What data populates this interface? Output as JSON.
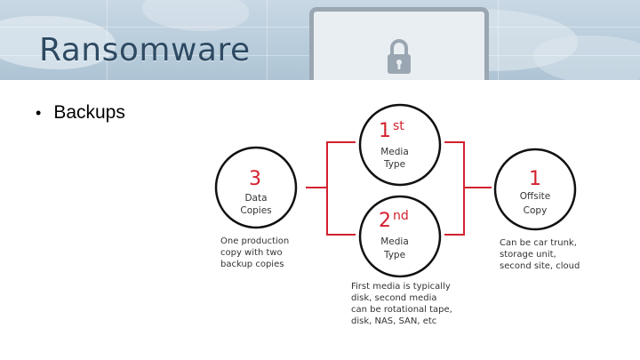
{
  "slide": {
    "title": "Ransomware",
    "bullets": [
      "Backups"
    ]
  },
  "diagram": {
    "left_node": {
      "number": "3",
      "line1": "Data",
      "line2": "Copies"
    },
    "top_node": {
      "number": "1",
      "sup": "st",
      "line1": "Media",
      "line2": "Type"
    },
    "bottom_node": {
      "number": "2",
      "sup": "nd",
      "line1": "Media",
      "line2": "Type"
    },
    "right_node": {
      "number": "1",
      "line1": "Offsite",
      "line2": "Copy"
    },
    "notes": {
      "left": [
        "One production",
        "copy with two",
        "backup copies"
      ],
      "right": [
        "Can be car trunk,",
        "storage unit,",
        "second site, cloud"
      ],
      "bottom": [
        "First media is typically",
        "disk, second media",
        "can be rotational tape,",
        "disk, NAS, SAN, etc"
      ]
    },
    "colors": {
      "accent": "#d3212f",
      "circle": "#111111",
      "text": "#333333"
    }
  }
}
